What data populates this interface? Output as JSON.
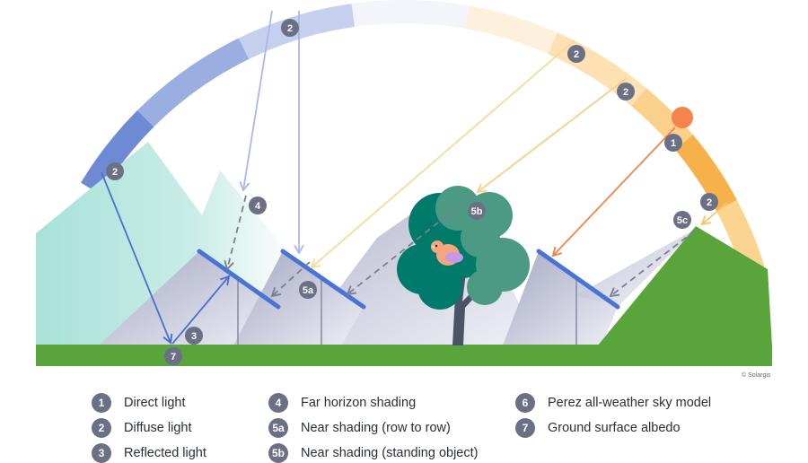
{
  "colors": {
    "ground": "#5aa43c",
    "badge": "#6b7086",
    "panel": "#4a73d6",
    "direct": "#f5844a",
    "diffuse_blue": "#a9b9e6",
    "diffuse_orange": "#f9cf86",
    "tree_dark": "#007a6a",
    "tree_light": "#4c9a84"
  },
  "labels": {
    "d2a": "2",
    "d2b": "2",
    "d2c": "2",
    "d1": "1",
    "d2d": "2",
    "d5c": "5c",
    "d2e": "2",
    "d4": "4",
    "d5a": "5a",
    "d5b": "5b",
    "d3": "3",
    "d7": "7"
  },
  "copyright": "© Solargis",
  "legend": [
    {
      "badge": "1",
      "text": "Direct light"
    },
    {
      "badge": "2",
      "text": "Diffuse light"
    },
    {
      "badge": "3",
      "text": "Reflected light"
    },
    {
      "badge": "4",
      "text": "Far horizon shading"
    },
    {
      "badge": "5a",
      "text": "Near shading (row to row)"
    },
    {
      "badge": "5b",
      "text": "Near shading (standing object)"
    },
    {
      "badge": "6",
      "text": "Perez all-weather sky model"
    },
    {
      "badge": "7",
      "text": "Ground surface albedo"
    }
  ]
}
